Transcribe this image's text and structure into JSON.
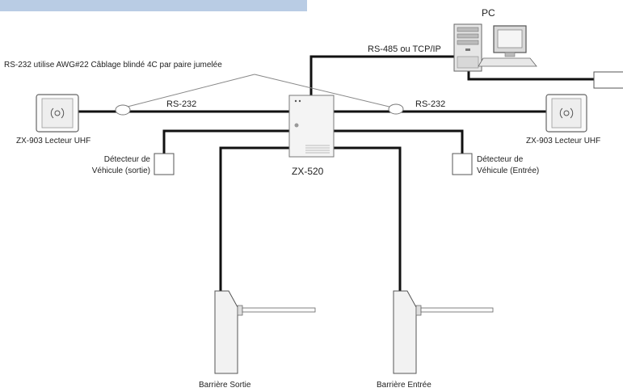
{
  "controller": {
    "label": "ZX-520"
  },
  "pc": {
    "label": "PC"
  },
  "network_link": {
    "label": "RS-485 ou TCP/IP"
  },
  "cable_note": {
    "text": "RS-232 utilise AWG#22 Câblage blindé 4C par paire jumelée"
  },
  "rs232_left": {
    "label": "RS-232"
  },
  "rs232_right": {
    "label": "RS-232"
  },
  "reader_left": {
    "label": "ZX-903 Lecteur UHF"
  },
  "reader_right": {
    "label": "ZX-903 Lecteur UHF"
  },
  "detector_left": {
    "line1": "Détecteur de",
    "line2": "Véhicule (sortie)"
  },
  "detector_right": {
    "line1": "Détecteur de",
    "line2": "Véhicule (Entrée)"
  },
  "barrier_left": {
    "label": "Barrière Sortie"
  },
  "barrier_right": {
    "label": "Barrière Entrée"
  }
}
